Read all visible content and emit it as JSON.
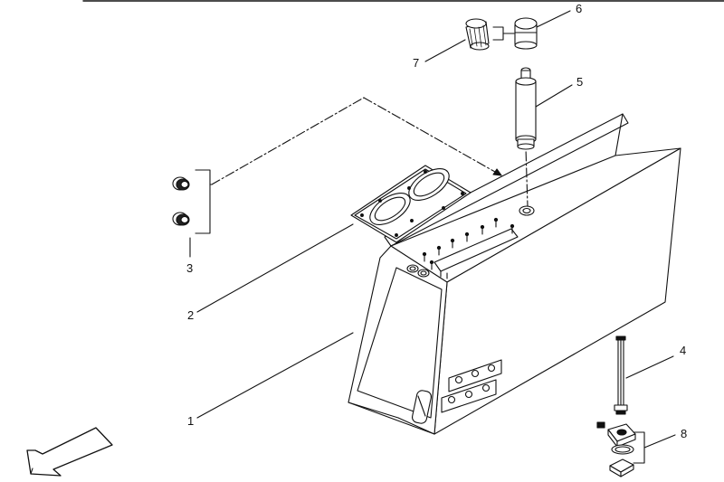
{
  "diagram": {
    "callouts": [
      {
        "id": "1",
        "label": "1"
      },
      {
        "id": "2",
        "label": "2"
      },
      {
        "id": "3",
        "label": "3"
      },
      {
        "id": "4",
        "label": "4"
      },
      {
        "id": "5",
        "label": "5"
      },
      {
        "id": "6",
        "label": "6"
      },
      {
        "id": "7",
        "label": "7"
      },
      {
        "id": "8",
        "label": "8"
      }
    ],
    "icons": {
      "direction_arrow": "front-direction-arrow-icon"
    },
    "colors": {
      "line": "#111111",
      "background": "#ffffff"
    }
  }
}
